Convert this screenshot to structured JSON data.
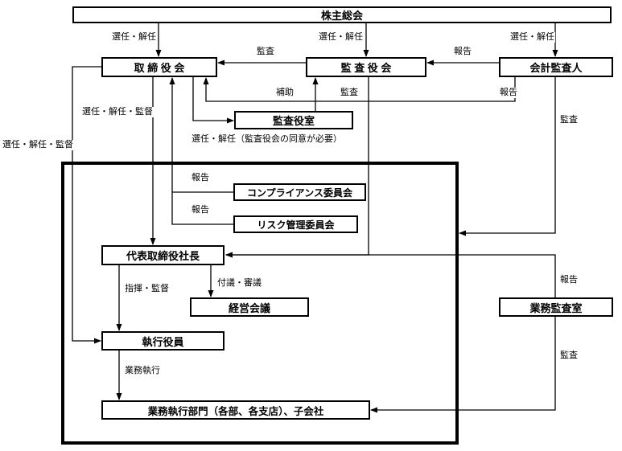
{
  "diagram": {
    "type": "corporate-governance-organization-chart",
    "nodes": {
      "shareholders": {
        "label": "株主総会"
      },
      "board": {
        "label": "取 締 役 会"
      },
      "auditors": {
        "label": "監 査 役 会"
      },
      "acct_auditor": {
        "label": "会計監査人"
      },
      "audit_office": {
        "label": "監査役室"
      },
      "compliance": {
        "label": "コンプライアンス委員会"
      },
      "risk": {
        "label": "リスク管理委員会"
      },
      "president": {
        "label": "代表取締役社長"
      },
      "mgmt_meeting": {
        "label": "経営会議"
      },
      "biz_audit_office": {
        "label": "業務監査室"
      },
      "exec_officers": {
        "label": "執行役員"
      },
      "biz_exec": {
        "label": "業務執行部門（各部、各支店）、子会社"
      }
    },
    "edges": [
      {
        "from": "株主総会",
        "to": "取締役会",
        "label": "選任・解任"
      },
      {
        "from": "株主総会",
        "to": "監査役会",
        "label": "選任・解任"
      },
      {
        "from": "株主総会",
        "to": "会計監査人",
        "label": "選任・解任"
      },
      {
        "from": "監査役会",
        "to": "取締役会",
        "label": "監査"
      },
      {
        "from": "会計監査人",
        "to": "監査役会",
        "label": "報告"
      },
      {
        "from": "監査役室",
        "to": "監査役会",
        "label": "補助"
      },
      {
        "from": "監査役会",
        "to": "代表取締役社長",
        "label": "監査"
      },
      {
        "from": "会計監査人",
        "to": "取締役会",
        "label": "報告"
      },
      {
        "from": "取締役会",
        "to": "監査役室",
        "label": "選任・解任（監査役会の同意が必要）"
      },
      {
        "from": "取締役会",
        "to": "代表取締役社長",
        "label": "選任・解任・監督"
      },
      {
        "from": "取締役会",
        "to": "執行役員",
        "label": "選任・解任・監督"
      },
      {
        "from": "コンプライアンス委員会",
        "to": "取締役会",
        "label": "報告"
      },
      {
        "from": "リスク管理委員会",
        "to": "取締役会",
        "label": "報告"
      },
      {
        "from": "会計監査人",
        "to": "業務執行部門",
        "label": "監査"
      },
      {
        "from": "業務監査室",
        "to": "代表取締役社長",
        "label": "報告"
      },
      {
        "from": "代表取締役社長",
        "to": "執行役員",
        "label": "指揮・監督"
      },
      {
        "from": "代表取締役社長",
        "to": "経営会議",
        "label": "付議・審議"
      },
      {
        "from": "執行役員",
        "to": "業務執行部門（各部、各支店）、子会社",
        "label": "業務執行"
      },
      {
        "from": "業務監査室",
        "to": "業務執行部門（各部、各支店）、子会社",
        "label": "監査"
      }
    ],
    "colors": {
      "line": "#000000",
      "box_border": "#000000",
      "background": "#ffffff"
    }
  }
}
